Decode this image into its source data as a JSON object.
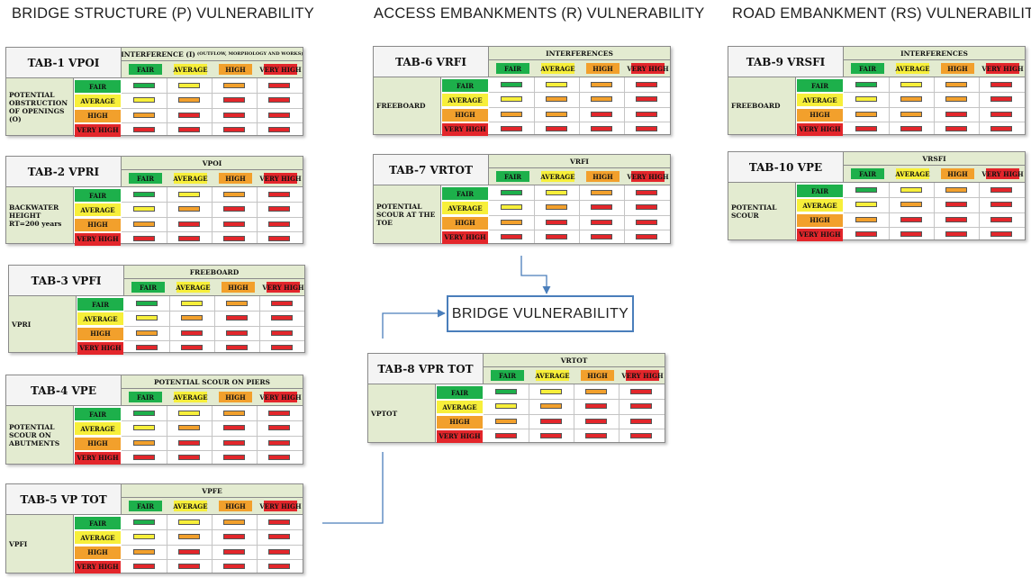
{
  "headings": {
    "bridge": "BRIDGE STRUCTURE (P) VULNERABILITY",
    "access": "ACCESS EMBANKMENTS (R) VULNERABILITY",
    "road": "ROAD EMBANKMENT (RS) VULNERABILITY"
  },
  "levels": [
    "FAIR",
    "AVERAGE",
    "HIGH",
    "VERY HIGH"
  ],
  "level_colors": {
    "fair": "#1db04b",
    "average": "#f7ef3a",
    "high": "#f2a02c",
    "very_high": "#e3262b"
  },
  "result": {
    "label": "BRIDGE VULNERABILITY"
  },
  "tables": [
    {
      "id": "TAB-1 VPOI",
      "column_title": "INTERFERENCE (I)",
      "column_title_note": "(OUTFLOW, MORPHOLOGY AND WORKS)",
      "row_title": "POTENTIAL OBSTRUCTION OF OPENINGS (O)",
      "matrix": [
        [
          "fair",
          "average",
          "high",
          "very_high"
        ],
        [
          "average",
          "high",
          "very_high",
          "very_high"
        ],
        [
          "high",
          "very_high",
          "very_high",
          "very_high"
        ],
        [
          "very_high",
          "very_high",
          "very_high",
          "very_high"
        ]
      ]
    },
    {
      "id": "TAB-2 VPRI",
      "column_title": "VPOI",
      "column_title_note": "",
      "row_title": "BACKWATER HEIGHT RT=200 years",
      "matrix": [
        [
          "fair",
          "average",
          "high",
          "very_high"
        ],
        [
          "average",
          "high",
          "very_high",
          "very_high"
        ],
        [
          "high",
          "very_high",
          "very_high",
          "very_high"
        ],
        [
          "very_high",
          "very_high",
          "very_high",
          "very_high"
        ]
      ]
    },
    {
      "id": "TAB-3 VPFI",
      "column_title": "FREEBOARD",
      "column_title_note": "",
      "row_title": "VPRI",
      "matrix": [
        [
          "fair",
          "average",
          "high",
          "very_high"
        ],
        [
          "average",
          "high",
          "very_high",
          "very_high"
        ],
        [
          "high",
          "very_high",
          "very_high",
          "very_high"
        ],
        [
          "very_high",
          "very_high",
          "very_high",
          "very_high"
        ]
      ]
    },
    {
      "id": "TAB-4 VPE",
      "column_title": "POTENTIAL SCOUR ON PIERS",
      "column_title_note": "",
      "row_title": "POTENTIAL SCOUR ON ABUTMENTS",
      "matrix": [
        [
          "fair",
          "average",
          "high",
          "very_high"
        ],
        [
          "average",
          "high",
          "very_high",
          "very_high"
        ],
        [
          "high",
          "very_high",
          "very_high",
          "very_high"
        ],
        [
          "very_high",
          "very_high",
          "very_high",
          "very_high"
        ]
      ]
    },
    {
      "id": "TAB-5 VP TOT",
      "column_title": "VPFE",
      "column_title_note": "",
      "row_title": "VPFI",
      "matrix": [
        [
          "fair",
          "average",
          "high",
          "very_high"
        ],
        [
          "average",
          "high",
          "very_high",
          "very_high"
        ],
        [
          "high",
          "very_high",
          "very_high",
          "very_high"
        ],
        [
          "very_high",
          "very_high",
          "very_high",
          "very_high"
        ]
      ]
    },
    {
      "id": "TAB-6 VRFI",
      "column_title": "INTERFERENCES",
      "column_title_note": "",
      "row_title": "FREEBOARD",
      "matrix": [
        [
          "fair",
          "average",
          "high",
          "very_high"
        ],
        [
          "average",
          "high",
          "high",
          "very_high"
        ],
        [
          "high",
          "high",
          "very_high",
          "very_high"
        ],
        [
          "very_high",
          "very_high",
          "very_high",
          "very_high"
        ]
      ]
    },
    {
      "id": "TAB-7 VRTOT",
      "column_title": "VRFI",
      "column_title_note": "",
      "row_title": "POTENTIAL SCOUR AT THE TOE",
      "matrix": [
        [
          "fair",
          "average",
          "high",
          "very_high"
        ],
        [
          "average",
          "high",
          "very_high",
          "very_high"
        ],
        [
          "high",
          "very_high",
          "very_high",
          "very_high"
        ],
        [
          "very_high",
          "very_high",
          "very_high",
          "very_high"
        ]
      ]
    },
    {
      "id": "TAB-8 VPR TOT",
      "column_title": "VRTOT",
      "column_title_note": "",
      "row_title": "VPTOT",
      "matrix": [
        [
          "fair",
          "average",
          "high",
          "very_high"
        ],
        [
          "average",
          "high",
          "very_high",
          "very_high"
        ],
        [
          "high",
          "very_high",
          "very_high",
          "very_high"
        ],
        [
          "very_high",
          "very_high",
          "very_high",
          "very_high"
        ]
      ]
    },
    {
      "id": "TAB-9 VRSFI",
      "column_title": "INTERFERENCES",
      "column_title_note": "",
      "row_title": "FREEBOARD",
      "matrix": [
        [
          "fair",
          "average",
          "high",
          "very_high"
        ],
        [
          "average",
          "high",
          "high",
          "very_high"
        ],
        [
          "high",
          "high",
          "very_high",
          "very_high"
        ],
        [
          "very_high",
          "very_high",
          "very_high",
          "very_high"
        ]
      ]
    },
    {
      "id": "TAB-10 VPE",
      "column_title": "VRSFI",
      "column_title_note": "",
      "row_title": "POTENTIAL SCOUR",
      "matrix": [
        [
          "fair",
          "average",
          "high",
          "very_high"
        ],
        [
          "average",
          "high",
          "very_high",
          "very_high"
        ],
        [
          "high",
          "very_high",
          "very_high",
          "very_high"
        ],
        [
          "very_high",
          "very_high",
          "very_high",
          "very_high"
        ]
      ]
    }
  ]
}
